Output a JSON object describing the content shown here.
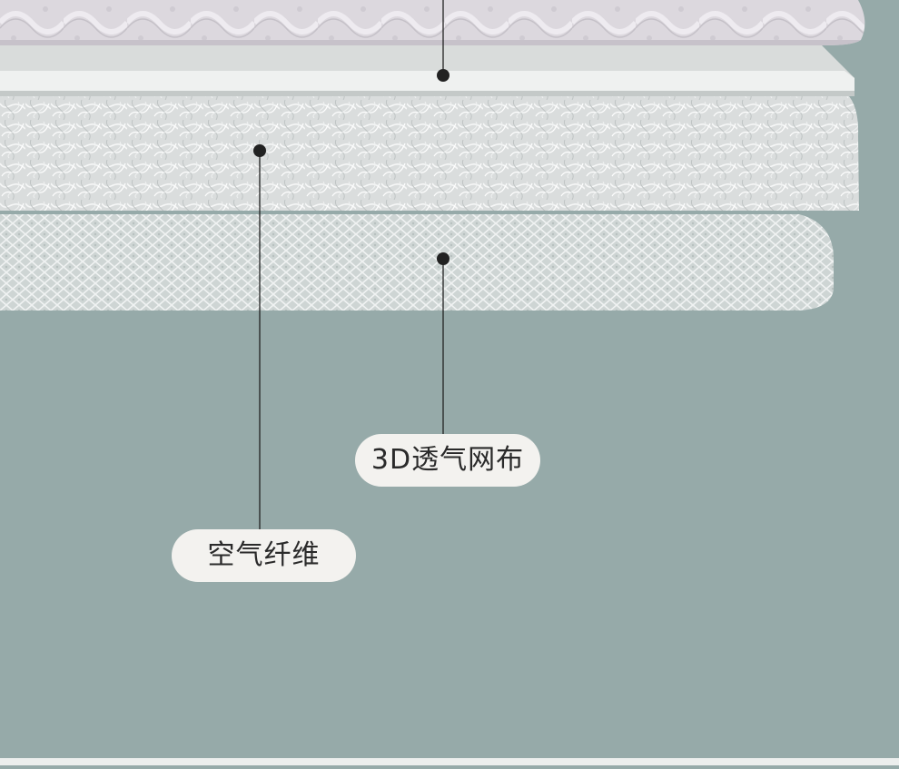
{
  "labels": {
    "air_fiber": "空气纤维",
    "mesh_3d": "3D透气网布"
  },
  "colors": {
    "background": "#96aaa9",
    "pill_background": "#f3f2ef",
    "callout_line": "#222222"
  },
  "layers": [
    "quilted-cover",
    "white-sheet",
    "air-fiber-layer",
    "3d-mesh-layer"
  ]
}
